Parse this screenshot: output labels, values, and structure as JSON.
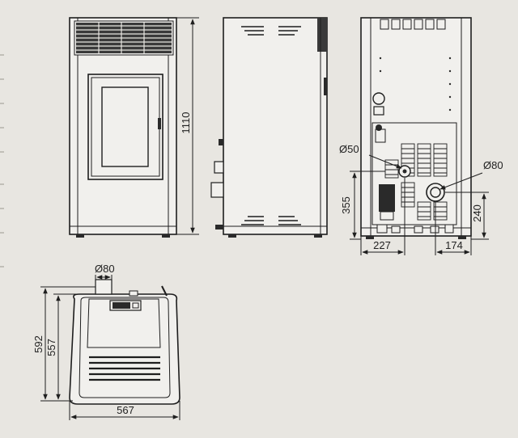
{
  "drawing": {
    "front_view": {
      "height_label": "1110"
    },
    "side_view": {},
    "rear_view": {
      "flue_label": "Ø80",
      "air_inlet_label": "Ø50",
      "flue_height_label": "355",
      "flue_offset_label": "240",
      "left_offset_label": "227",
      "right_offset_label": "174"
    },
    "top_view": {
      "flue_label": "Ø80",
      "depth_total_label": "592",
      "depth_body_label": "557",
      "width_label": "567"
    }
  }
}
